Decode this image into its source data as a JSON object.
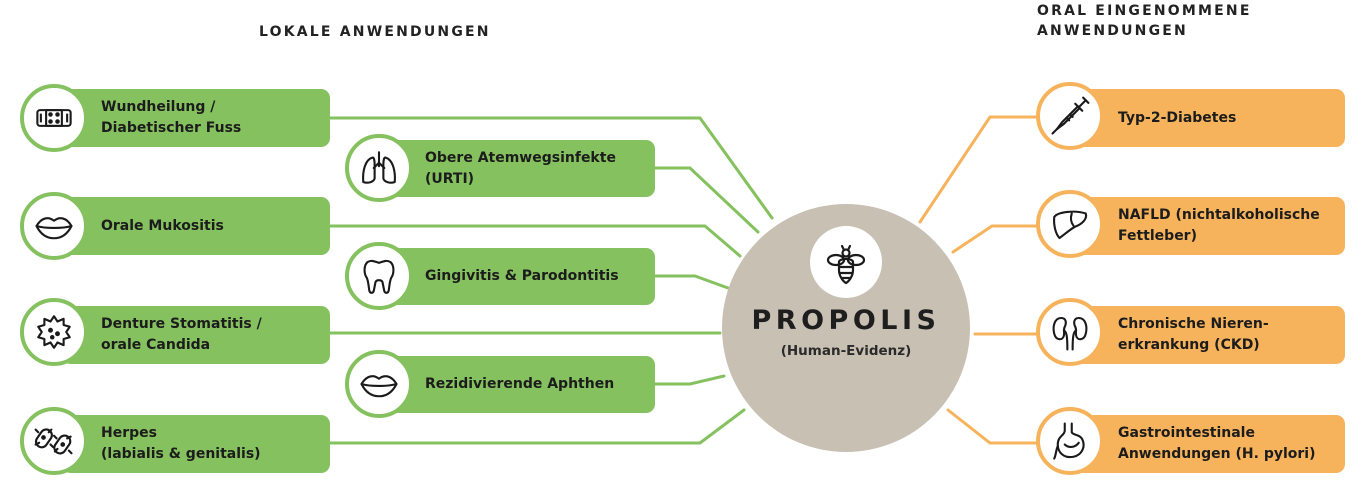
{
  "headers": {
    "local": "LOKALE ANWENDUNGEN",
    "oral": "ORAL EINGENOMMENE\nANWENDUNGEN"
  },
  "center": {
    "title": "PROPOLIS",
    "subtitle": "(Human-Evidenz)",
    "icon": "bee-icon"
  },
  "local_outer": [
    {
      "label": "Wundheilung /\nDiabetischer Fuss",
      "icon": "bandage-icon"
    },
    {
      "label": "Orale Mukositis",
      "icon": "lips-icon"
    },
    {
      "label": "Denture Stomatitis /\norale Candida",
      "icon": "fungus-icon"
    },
    {
      "label": "Herpes\n(labialis & genitalis)",
      "icon": "virus-icon"
    }
  ],
  "local_inner": [
    {
      "label": "Obere Atemwegsinfekte\n(URTI)",
      "icon": "lungs-icon"
    },
    {
      "label": "Gingivitis & Parodontitis",
      "icon": "tooth-icon"
    },
    {
      "label": "Rezidivierende Aphthen",
      "icon": "mouth-icon"
    }
  ],
  "oral": [
    {
      "label": "Typ-2-Diabetes",
      "icon": "syringe-icon"
    },
    {
      "label": "NAFLD (nichtalkoholische\nFettleber)",
      "icon": "liver-icon"
    },
    {
      "label": "Chronische Nieren-\nerkrankung (CKD)",
      "icon": "kidneys-icon"
    },
    {
      "label": "Gastrointestinale\nAnwendungen (H. pylori)",
      "icon": "stomach-icon"
    }
  ],
  "colors": {
    "local": "#85c15f",
    "oral": "#f6b35c",
    "center": "#c9c0b4"
  }
}
